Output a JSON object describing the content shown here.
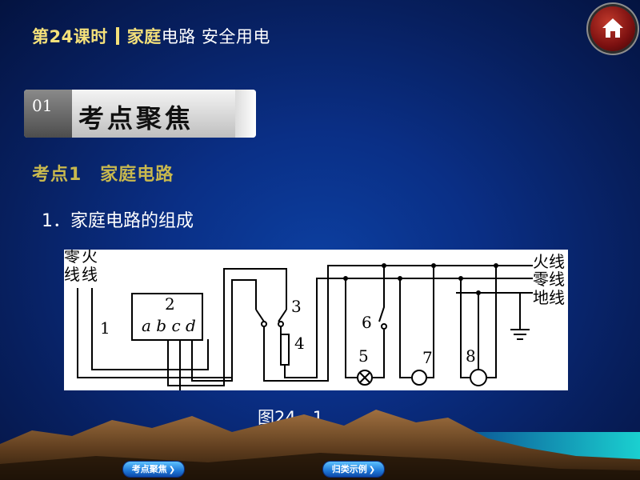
{
  "header": {
    "lesson": "第24课时",
    "topic_a": "家庭",
    "topic_b": "电路 安全用电"
  },
  "home_icon": "home-icon",
  "banner": {
    "number": "01",
    "title": "考点聚焦"
  },
  "section": {
    "title": "考点1　家庭电路"
  },
  "item": {
    "title": "1．家庭电路的组成"
  },
  "figure": {
    "labels": {
      "neutral_top": "零",
      "neutral_bottom": "线",
      "live_top": "火",
      "live_bottom": "线",
      "right_live": "火线",
      "right_neutral": "零线",
      "right_ground": "地线",
      "n1": "1",
      "n2": "2",
      "n3": "3",
      "n4": "4",
      "n5": "5",
      "n6": "6",
      "n7": "7",
      "n8": "8",
      "abcd": "a b c d"
    },
    "caption": "图24－1"
  },
  "nav": {
    "left_label": "考点聚焦",
    "right_label": "归类示例"
  },
  "colors": {
    "accent": "#f5e17a",
    "section": "#c8b84e",
    "background": "#0a2f86"
  }
}
